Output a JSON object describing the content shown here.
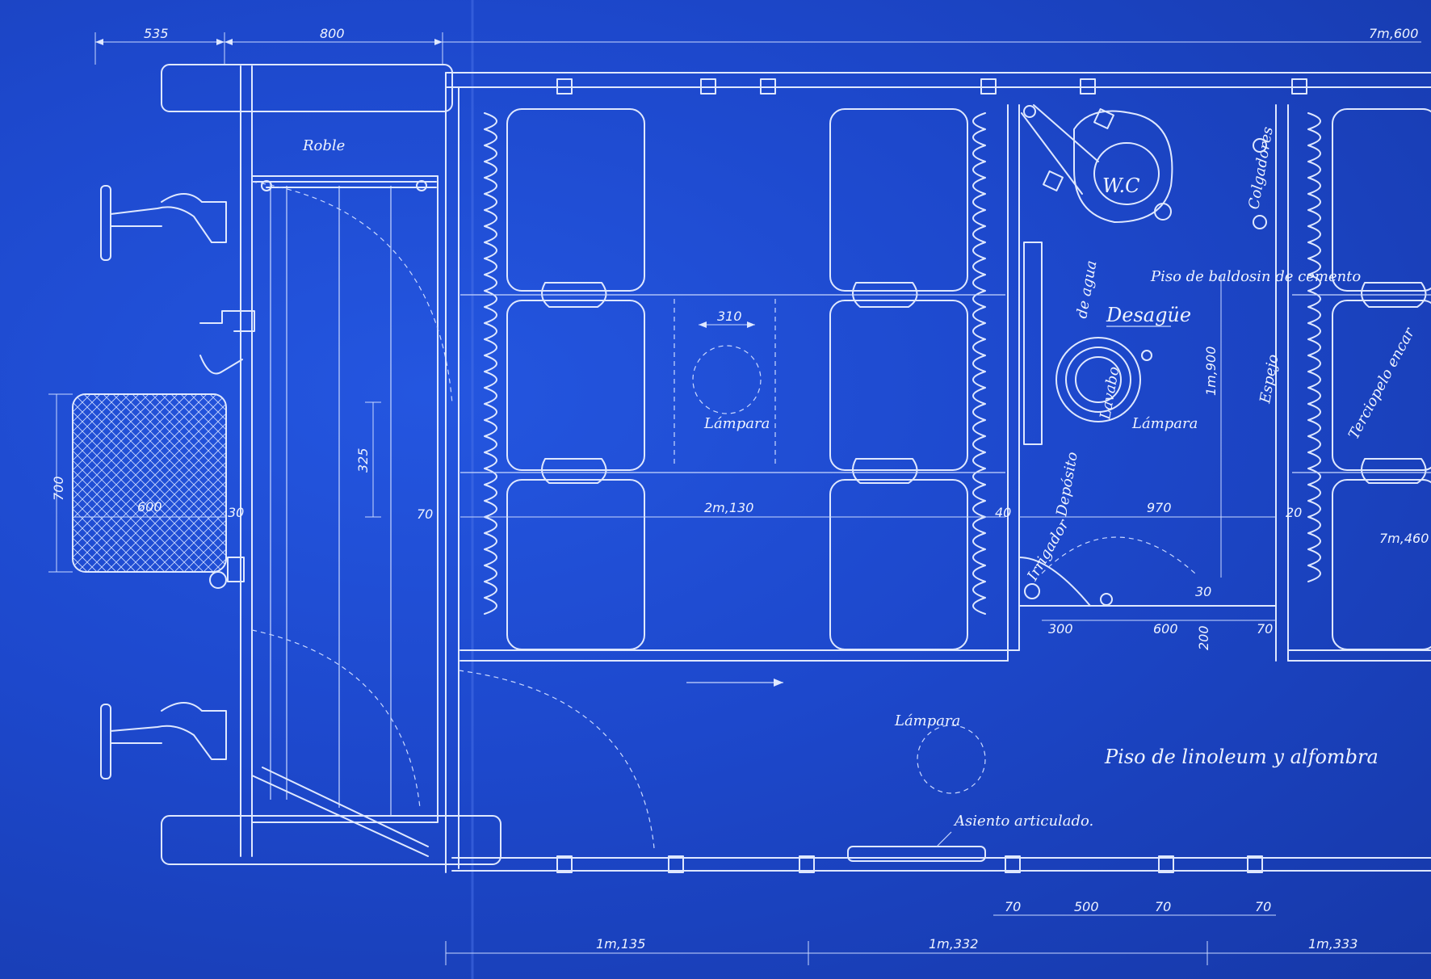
{
  "labels": {
    "roble": "Roble",
    "wc": "W.C",
    "colgadores": "Colgadores",
    "piso_baldosin": "Piso de baldosin de cemento",
    "desague": "Desagüe",
    "deposito_agua_1": "Depósito",
    "deposito_agua_2": "de agua",
    "lavabo": "Lavabo",
    "espejo": "Espejo",
    "terciopelo": "Terciopelo encar",
    "lampara_1": "Lámpara",
    "lampara_2": "Lámpara",
    "lampara_3": "Lámpara",
    "irrigador": "Irrigador",
    "piso_linoleum": "Piso de linoleum y alfombra",
    "asiento": "Asiento articulado."
  },
  "dimensions": {
    "d535": "535",
    "d800": "800",
    "d7600": "7m,600",
    "d310": "310",
    "d325": "325",
    "d700": "700",
    "d600a": "600",
    "d30a": "30",
    "d70a": "70",
    "d2130": "2m,130",
    "d40a": "40",
    "d1900": "1m,900",
    "d970": "970",
    "d20": "20",
    "d7460": "7m,460",
    "d30b": "30",
    "d300": "300",
    "d600b": "600",
    "d70b": "70",
    "d200": "200",
    "d70c": "70",
    "d500": "500",
    "d70d": "70",
    "d70e": "70",
    "d1135": "1m,135",
    "d1332": "1m,332",
    "d1333": "1m,333"
  },
  "colors": {
    "paper": "#1d48cc",
    "ink": "#dfe8ff"
  }
}
